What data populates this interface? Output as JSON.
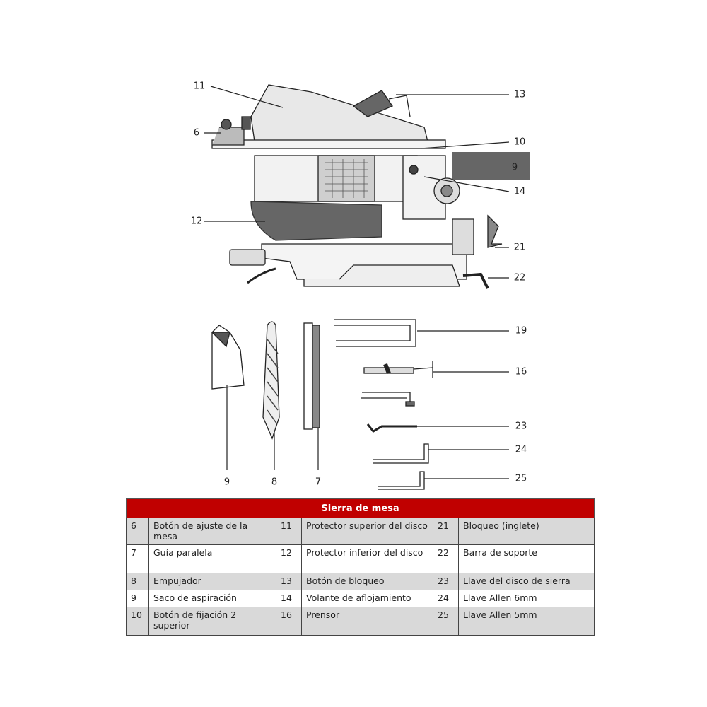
{
  "callouts": {
    "c11": "11",
    "c13": "13",
    "c6": "6",
    "c10": "10",
    "c9_top": "9",
    "c14": "14",
    "c12": "12",
    "c21": "21",
    "c22": "22",
    "c19": "19",
    "c16": "16",
    "c23": "23",
    "c24": "24",
    "c25": "25",
    "c9_bottom": "9",
    "c8": "8",
    "c7": "7"
  },
  "table": {
    "title": "Sierra de mesa",
    "rows": [
      [
        {
          "n": "6",
          "t": "Botón de ajuste de la mesa"
        },
        {
          "n": "11",
          "t": "Protector superior del disco"
        },
        {
          "n": "21",
          "t": "Bloqueo (inglete)"
        }
      ],
      [
        {
          "n": "7",
          "t": "Guía paralela"
        },
        {
          "n": "12",
          "t": "Protector inferior del disco"
        },
        {
          "n": "22",
          "t": "Barra de soporte"
        }
      ],
      [
        {
          "n": "8",
          "t": "Empujador"
        },
        {
          "n": "13",
          "t": "Botón de bloqueo"
        },
        {
          "n": "23",
          "t": "Llave del disco de sierra"
        }
      ],
      [
        {
          "n": "9",
          "t": "Saco de aspiración"
        },
        {
          "n": "14",
          "t": "Volante de aflojamiento"
        },
        {
          "n": "24",
          "t": "Llave Allen 6mm"
        }
      ],
      [
        {
          "n": "10",
          "t": "Botón de fijación 2 superior"
        },
        {
          "n": "16",
          "t": "Prensor"
        },
        {
          "n": "25",
          "t": "Llave Allen 5mm"
        }
      ]
    ]
  },
  "colors": {
    "header": "#c00000",
    "row_alt": "#d9d9d9"
  }
}
